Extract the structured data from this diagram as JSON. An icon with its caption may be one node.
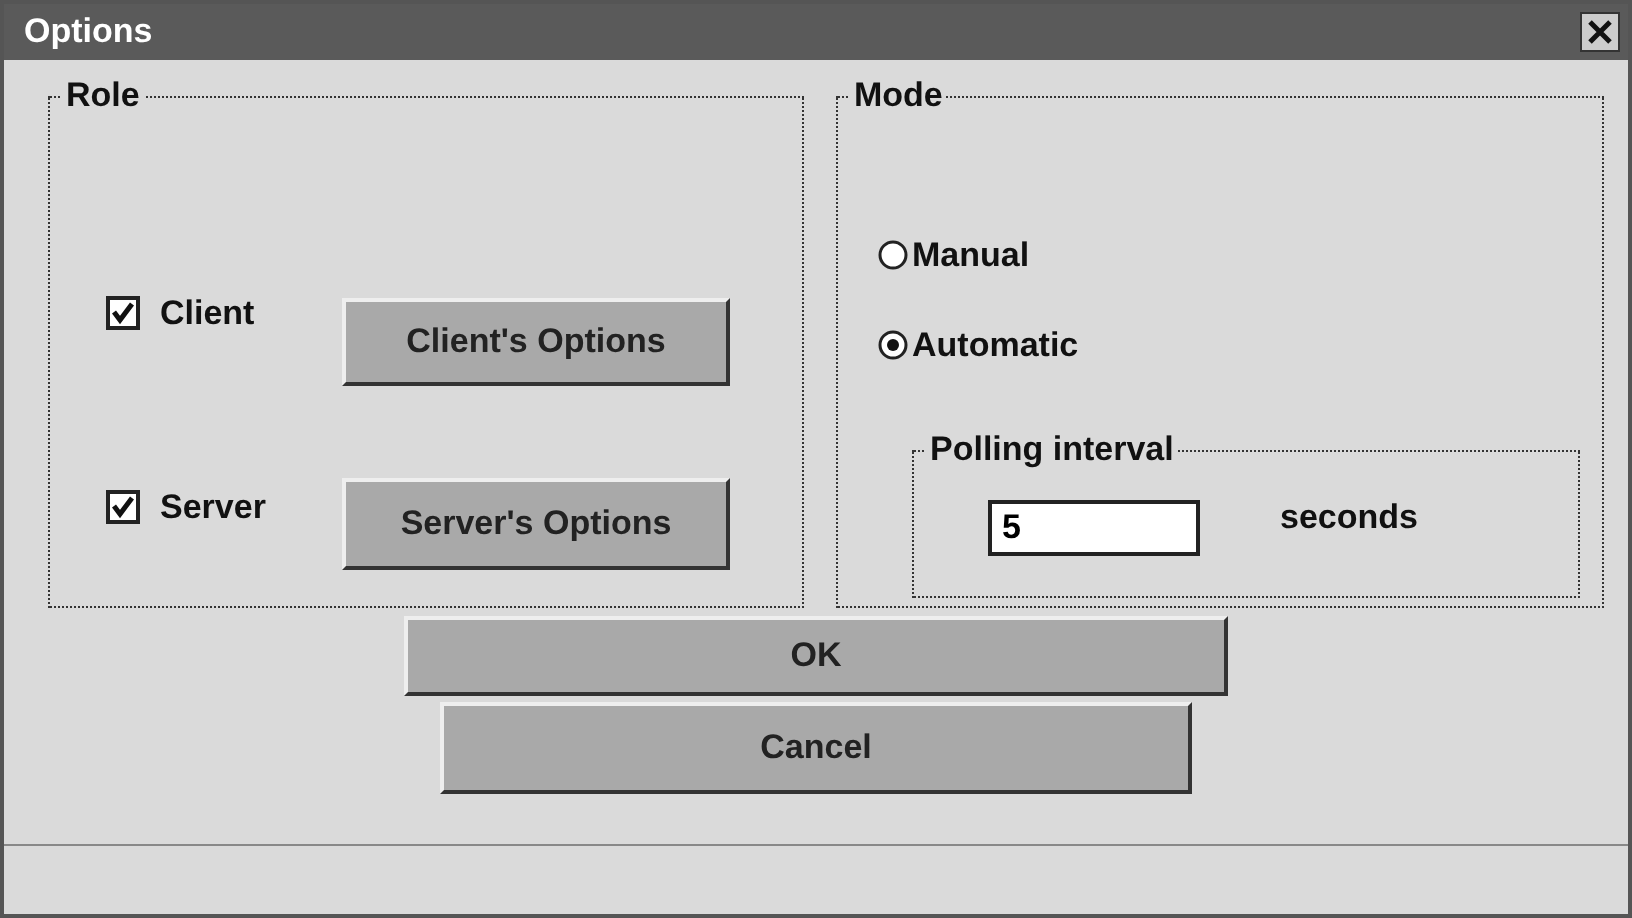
{
  "diagram": {
    "nodes": [
      {
        "text": [
          "Options"
        ]
      },
      {
        "text": [
          "Role"
        ],
        "in": 0
      },
      {
        "text": [
          "Client's Options"
        ],
        "in": 1
      },
      {
        "text": [
          "Server's Options"
        ],
        "in": 1
      },
      {
        "text": [
          "Mode"
        ],
        "in": 0
      },
      {
        "text": [
          "Polling interval"
        ],
        "in": 4
      },
      {
        "text": [
          "5"
        ],
        "in": 5
      },
      {
        "text": [
          "OK"
        ],
        "in": 0
      },
      {
        "text": [
          "Cancel"
        ],
        "in": 0
      }
    ],
    "labels": [
      "Client",
      "Server",
      "Manual",
      "Automatic",
      "seconds"
    ]
  }
}
